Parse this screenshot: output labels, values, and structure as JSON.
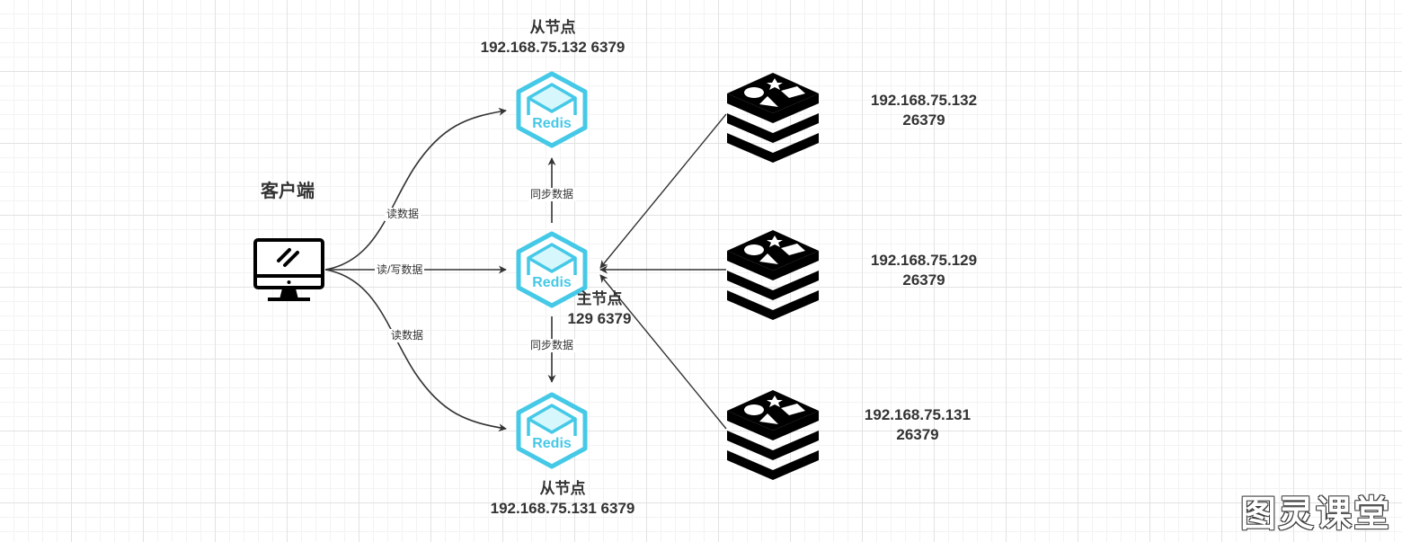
{
  "client": {
    "label": "客户端"
  },
  "master": {
    "role": "主节点",
    "address": "129 6379",
    "badge": "Redis"
  },
  "slave_top": {
    "role": "从节点",
    "address": "192.168.75.132 6379",
    "badge": "Redis"
  },
  "slave_bottom": {
    "role": "从节点",
    "address": "192.168.75.131 6379",
    "badge": "Redis"
  },
  "sentinels": [
    {
      "ip": "192.168.75.132",
      "port": "26379"
    },
    {
      "ip": "192.168.75.129",
      "port": "26379"
    },
    {
      "ip": "192.168.75.131",
      "port": "26379"
    }
  ],
  "edges": {
    "read_top": "读数据",
    "read_write": "读/写数据",
    "read_bottom": "读数据",
    "sync_top": "同步数据",
    "sync_bottom": "同步数据"
  },
  "watermark": "图灵课堂",
  "colors": {
    "redis_cyan": "#45c9e6",
    "redis_fill": "#d6f7fc",
    "edge": "#333333"
  },
  "icons": [
    "monitor-icon",
    "redis-hexagon-icon",
    "redis-stack-icon"
  ]
}
